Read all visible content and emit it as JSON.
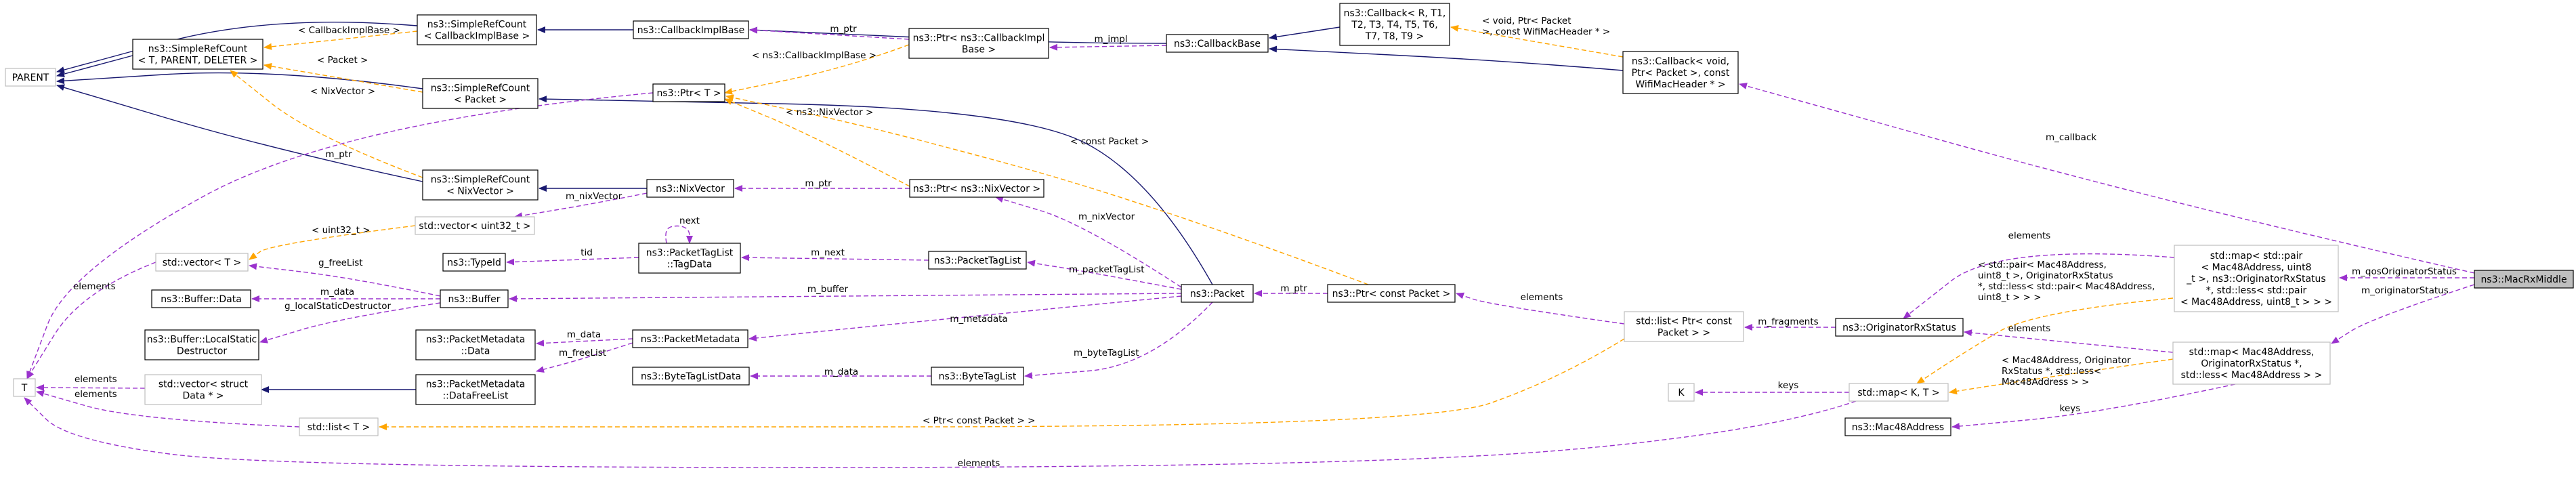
{
  "nodes": {
    "parent": [
      "PARENT"
    ],
    "src_cbimplbase": [
      "ns3::SimpleRefCount",
      "< CallbackImplBase >"
    ],
    "cbimplbase": [
      "ns3::CallbackImplBase"
    ],
    "ptr_cbimplbase": [
      "ns3::Ptr< ns3::CallbackImpl",
      "Base >"
    ],
    "callbackbase": [
      "ns3::CallbackBase"
    ],
    "callback_tpl": [
      "ns3::Callback< R, T1,",
      "T2, T3, T4, T5, T6,",
      "T7, T8, T9 >"
    ],
    "callback_wifi": [
      "ns3::Callback< void,",
      "Ptr< Packet >, const",
      "WifiMacHeader * >"
    ],
    "src_tpl": [
      "ns3::SimpleRefCount",
      "< T, PARENT, DELETER >"
    ],
    "src_packet": [
      "ns3::SimpleRefCount",
      "< Packet >"
    ],
    "ptr_t": [
      "ns3::Ptr< T >"
    ],
    "src_nixvector": [
      "ns3::SimpleRefCount",
      "< NixVector >"
    ],
    "nixvector": [
      "ns3::NixVector"
    ],
    "ptr_nixvector": [
      "ns3::Ptr< ns3::NixVector >"
    ],
    "vector_uint32": [
      "std::vector< uint32_t >"
    ],
    "vector_t": [
      "std::vector< T >"
    ],
    "typeid": [
      "ns3::TypeId"
    ],
    "tagdata": [
      "ns3::PacketTagList",
      "::TagData"
    ],
    "packettaglist": [
      "ns3::PacketTagList"
    ],
    "buffer_data": [
      "ns3::Buffer::Data"
    ],
    "buffer": [
      "ns3::Buffer"
    ],
    "packet": [
      "ns3::Packet"
    ],
    "ptr_const_packet": [
      "ns3::Ptr< const Packet >"
    ],
    "localstatic": [
      "ns3::Buffer::LocalStatic",
      "Destructor"
    ],
    "pm_data": [
      "ns3::PacketMetadata",
      "::Data"
    ],
    "packetmetadata": [
      "ns3::PacketMetadata"
    ],
    "t": [
      "T"
    ],
    "vector_struct_data": [
      "std::vector< struct",
      "Data * >"
    ],
    "pm_datafreelist": [
      "ns3::PacketMetadata",
      "::DataFreeList"
    ],
    "bytetaglistdata": [
      "ns3::ByteTagListData"
    ],
    "bytetaglist": [
      "ns3::ByteTagList"
    ],
    "list_t": [
      "std::list< T >"
    ],
    "list_ptr_const_packet": [
      "std::list< Ptr< const",
      "Packet > >"
    ],
    "originatorrxstatus": [
      "ns3::OriginatorRxStatus"
    ],
    "k": [
      "K"
    ],
    "map_k_t": [
      "std::map< K, T >"
    ],
    "mac48address": [
      "ns3::Mac48Address"
    ],
    "map_pair": [
      "std::map< std::pair",
      "< Mac48Address, uint8",
      "_t >, ns3::OriginatorRxStatus",
      "*, std::less< std::pair",
      "< Mac48Address, uint8_t > > >"
    ],
    "map_mac48": [
      "std::map< Mac48Address,",
      "OriginatorRxStatus *,",
      "std::less< Mac48Address > >"
    ],
    "macrxmiddle": [
      "ns3::MacRxMiddle"
    ]
  },
  "edge_labels": {
    "cbimplbase_tpl": [
      "< CallbackImplBase >"
    ],
    "packet_tpl": [
      "< Packet >"
    ],
    "nixvector_tpl": [
      "< NixVector >"
    ],
    "m_ptr_top": [
      "m_ptr"
    ],
    "m_ptr_left": [
      "m_ptr"
    ],
    "m_ptr_nix": [
      "m_ptr"
    ],
    "m_ptr_packet": [
      "m_ptr"
    ],
    "m_impl": [
      "m_impl"
    ],
    "void_ptr_packet": [
      "< void, Ptr< Packet",
      " >, const WifiMacHeader * >"
    ],
    "ptr_cbimplbase_tpl": [
      "< ns3::CallbackImplBase >"
    ],
    "ptr_nixvector_tpl": [
      "< ns3::NixVector >"
    ],
    "ptr_const_packet_tpl": [
      "< const Packet >"
    ],
    "m_callback": [
      "m_callback"
    ],
    "m_nixvector_left": [
      "m_nixVector"
    ],
    "m_nixvector_right": [
      "m_nixVector"
    ],
    "uint32_tpl": [
      "< uint32_t >"
    ],
    "next": [
      "next"
    ],
    "tid": [
      "tid"
    ],
    "m_next": [
      "m_next"
    ],
    "m_packettaglist": [
      "m_packetTagList"
    ],
    "g_freelist": [
      "g_freeList"
    ],
    "m_data_buffer": [
      "m_data"
    ],
    "g_localstatic": [
      "g_localStaticDestructor"
    ],
    "m_buffer": [
      "m_buffer"
    ],
    "m_metadata": [
      "m_metadata"
    ],
    "m_data_pm": [
      "m_data"
    ],
    "m_freelist": [
      "m_freeList"
    ],
    "m_bytetaglist": [
      "m_byteTagList"
    ],
    "m_data_btl": [
      "m_data"
    ],
    "elements_vector_t": [
      "elements"
    ],
    "elements_struct": [
      "elements"
    ],
    "elements_list": [
      "elements"
    ],
    "elements_bottom": [
      "elements"
    ],
    "elements_list_ptr": [
      "elements"
    ],
    "m_fragments": [
      "m_fragments"
    ],
    "elements_pair": [
      "elements"
    ],
    "pair_tpl": [
      "< std::pair< Mac48Address,",
      "uint8_t >, OriginatorRxStatus",
      "*, std::less< std::pair< Mac48Address,",
      "uint8_t > > >"
    ],
    "elements_mac48": [
      "elements"
    ],
    "mac48_tpl": [
      "< Mac48Address, Originator",
      "RxStatus *, std::less<",
      "Mac48Address > >"
    ],
    "keys_k": [
      "keys"
    ],
    "keys_mac48": [
      "keys"
    ],
    "ptr_const_packet_list_tpl": [
      "< Ptr< const Packet > >"
    ],
    "m_qosoriginatorstatus": [
      "m_qosOriginatorStatus"
    ],
    "m_originatorstatus": [
      "m_originatorStatus"
    ]
  },
  "colors": {
    "inheritance": "#191970",
    "usage": "#9a32cd",
    "template": "#ffa500",
    "highlight_fill": "#bfbfbf",
    "grey_border": "#bfbfbf"
  }
}
